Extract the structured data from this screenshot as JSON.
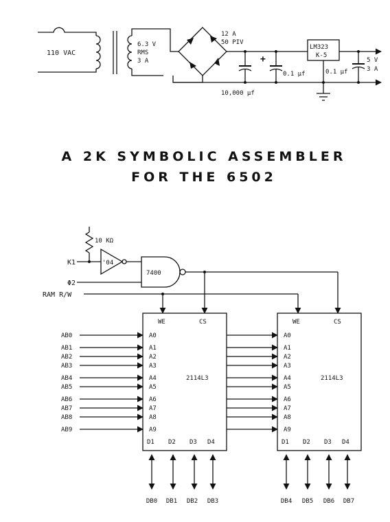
{
  "power_supply": {
    "input": "110 VAC",
    "transformer_secondary": [
      "6.3 V",
      "RMS",
      "3 A"
    ],
    "rectifier": [
      "12 A",
      "50 PIV"
    ],
    "filter_cap": "10,000 µf",
    "polarity": "+",
    "regulator": [
      "LM323",
      "K-5"
    ],
    "cap_in": "0.1 µf",
    "cap_out": "0.1 µf",
    "output": [
      "5 V",
      "3 A"
    ]
  },
  "title": [
    "A 2K SYMBOLIC ASSEMBLER",
    "FOR THE 6502"
  ],
  "logic": {
    "resistor": "10 KΩ",
    "k1": "K1",
    "inverter": "'04",
    "nand": "7400",
    "phi2": "Φ2",
    "ram_rw": "RAM R/W"
  },
  "chips": [
    {
      "part": "2114L3",
      "we": "WE",
      "cs": "CS",
      "addr_pins": [
        "A0",
        "A1",
        "A2",
        "A3",
        "A4",
        "A5",
        "A6",
        "A7",
        "A8",
        "A9"
      ],
      "data_pins": [
        "D1",
        "D2",
        "D3",
        "D4"
      ],
      "data_buses": [
        "DB0",
        "DB1",
        "DB2",
        "DB3"
      ]
    },
    {
      "part": "2114L3",
      "we": "WE",
      "cs": "CS",
      "addr_pins": [
        "A0",
        "A1",
        "A2",
        "A3",
        "A4",
        "A5",
        "A6",
        "A7",
        "A8",
        "A9"
      ],
      "data_pins": [
        "D1",
        "D2",
        "D3",
        "D4"
      ],
      "data_buses": [
        "DB4",
        "DB5",
        "DB6",
        "DB7"
      ]
    }
  ],
  "address_lines": [
    "AB0",
    "AB1",
    "AB2",
    "AB3",
    "AB4",
    "AB5",
    "AB6",
    "AB7",
    "AB8",
    "AB9"
  ]
}
